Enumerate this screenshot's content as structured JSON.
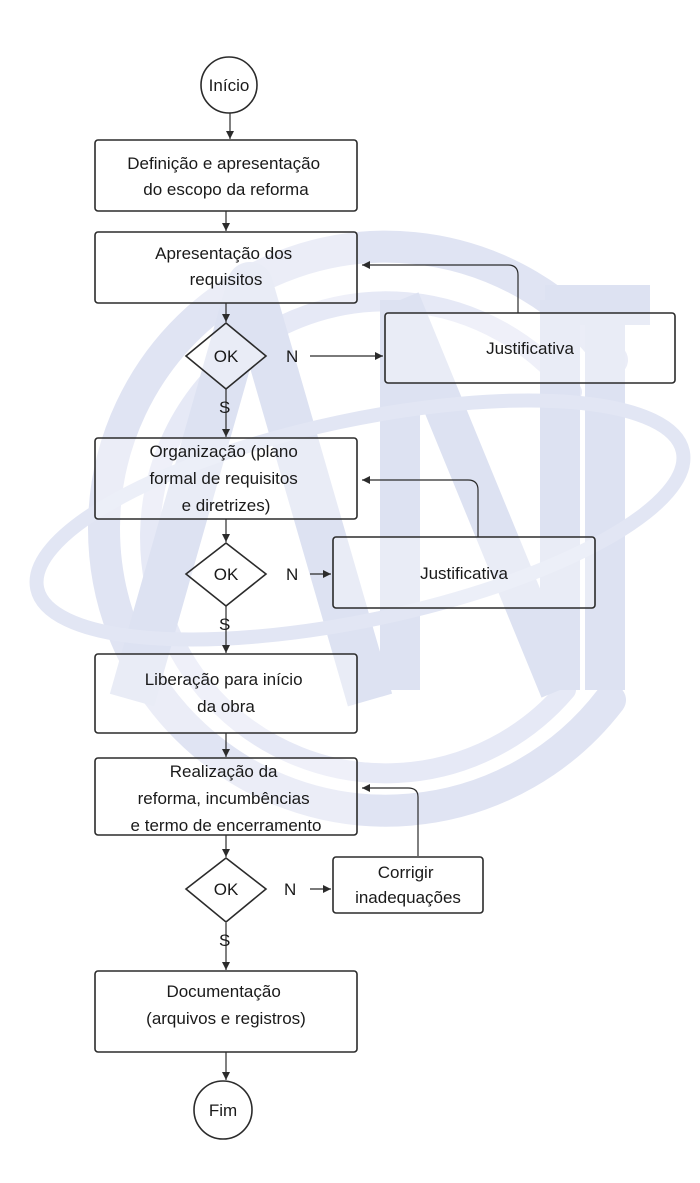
{
  "flowchart": {
    "start_label": "Início",
    "end_label": "Fim",
    "steps": [
      {
        "lines": [
          "Definição e apresentação",
          "do escopo da reforma"
        ]
      },
      {
        "lines": [
          "Apresentação dos",
          "requisitos"
        ]
      },
      {
        "lines": [
          "Organização (plano",
          "formal de requisitos",
          "e diretrizes)"
        ]
      },
      {
        "lines": [
          "Liberação para início",
          "da obra"
        ]
      },
      {
        "lines": [
          "Realização da",
          "reforma, incumbências",
          "e termo de encerramento"
        ]
      },
      {
        "lines": [
          "Documentação",
          "(arquivos e registros)"
        ]
      }
    ],
    "decisions": [
      {
        "label": "OK",
        "no_label": "N",
        "yes_label": "S",
        "side_lines": [
          "Justificativa"
        ]
      },
      {
        "label": "OK",
        "no_label": "N",
        "yes_label": "S",
        "side_lines": [
          "Justificativa"
        ]
      },
      {
        "label": "OK",
        "no_label": "N",
        "yes_label": "S",
        "side_lines": [
          "Corrigir",
          "inadequações"
        ]
      }
    ]
  },
  "watermark": {
    "text": "ABNT",
    "color": "#dfe3f3"
  }
}
